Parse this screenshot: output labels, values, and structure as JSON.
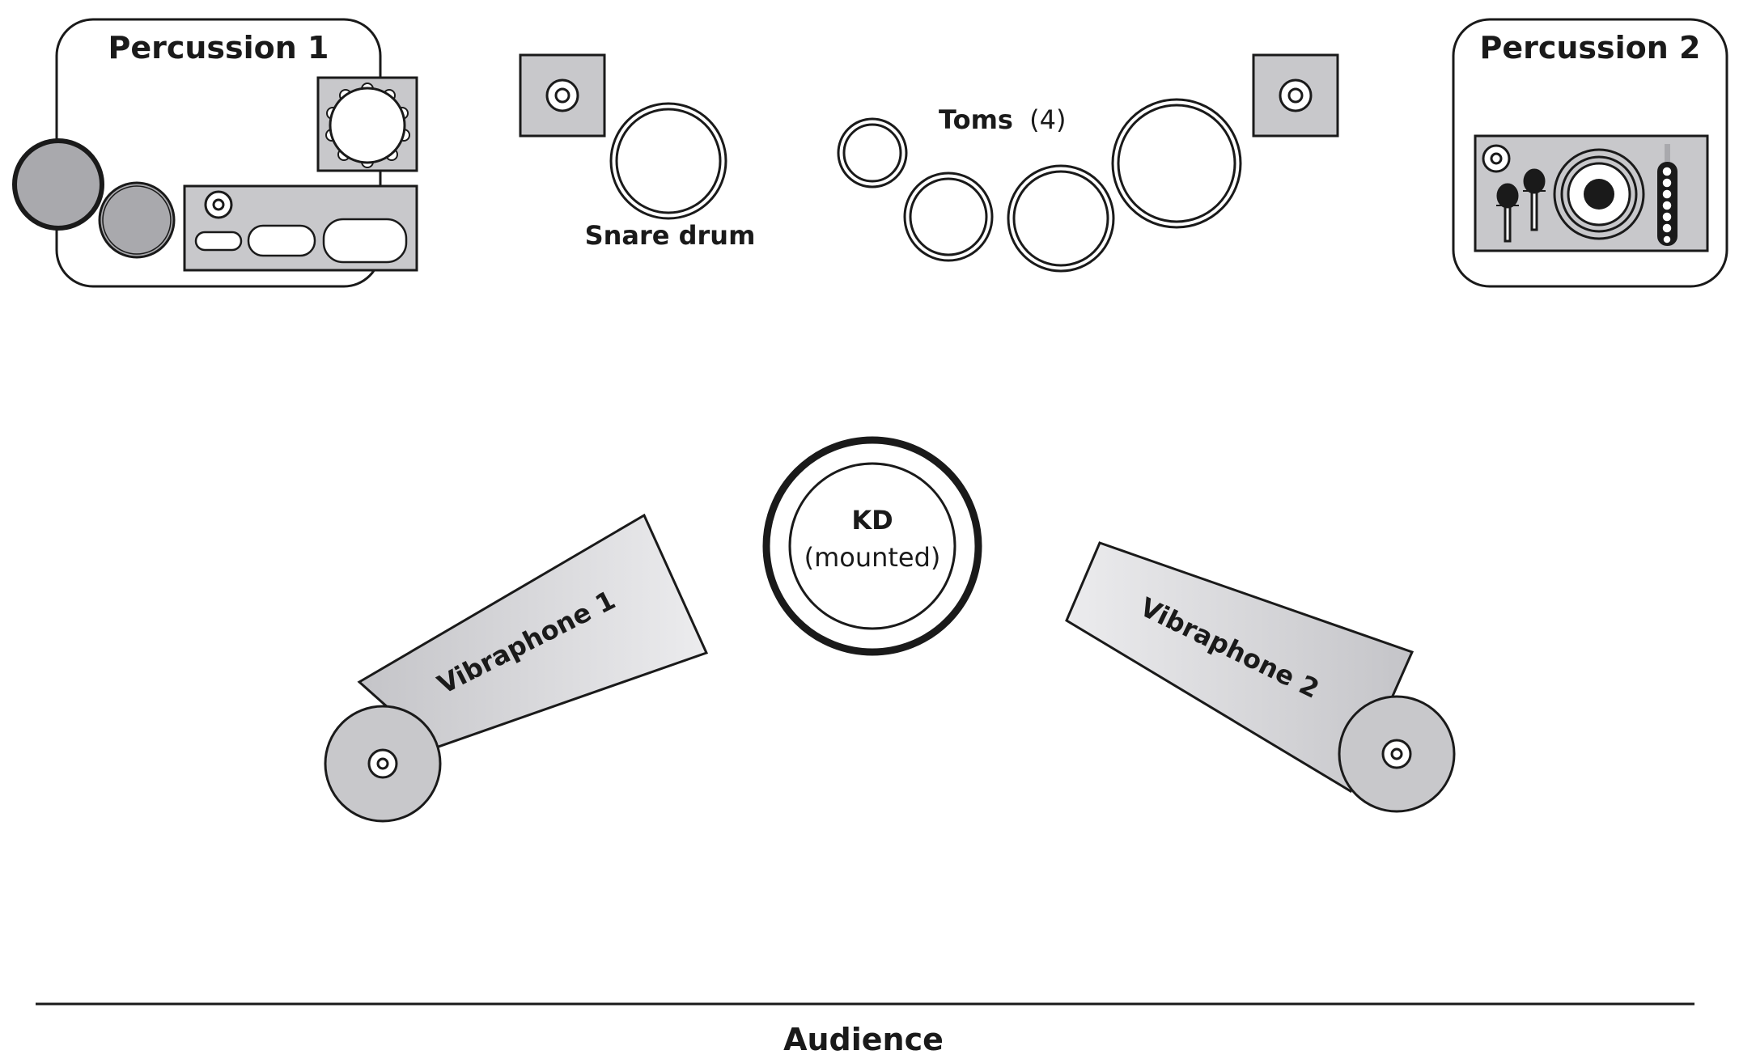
{
  "stage": {
    "percussion_1": {
      "label": "Percussion 1"
    },
    "percussion_2": {
      "label": "Percussion 2"
    },
    "snare": {
      "label": "Snare drum"
    },
    "toms": {
      "label": "Toms",
      "count_label": "(4)"
    },
    "kick_drum": {
      "label": "KD",
      "note": "(mounted)"
    },
    "vibraphone_1": {
      "label": "Vibraphone 1"
    },
    "vibraphone_2": {
      "label": "Vibraphone 2"
    },
    "audience": {
      "label": "Audience"
    }
  },
  "colors": {
    "stroke": "#1a1a1a",
    "fill_gray": "#c8c8cb",
    "fill_light": "#d9d9dc",
    "fill_dark": "#a9a9ad",
    "background": "#ffffff"
  }
}
